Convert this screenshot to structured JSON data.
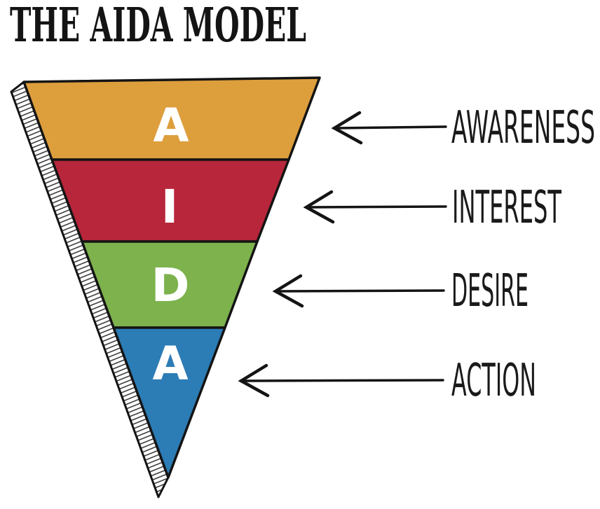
{
  "title": "THE AIDA MODEL",
  "colors": {
    "ink": "#141414",
    "background": "#ffffff",
    "letter_fill": "#ffffff",
    "awareness_orange": "#DD9E3C",
    "interest_red": "#B7263B",
    "desire_green": "#7DB24C",
    "action_blue": "#2C7CB5"
  },
  "funnel": {
    "sections": [
      {
        "letter": "A",
        "label": "AWARENESS",
        "color": "#DD9E3C"
      },
      {
        "letter": "I",
        "label": "INTEREST",
        "color": "#B7263B"
      },
      {
        "letter": "D",
        "label": "DESIRE",
        "color": "#7DB24C"
      },
      {
        "letter": "A",
        "label": "ACTION",
        "color": "#2C7CB5"
      }
    ]
  }
}
